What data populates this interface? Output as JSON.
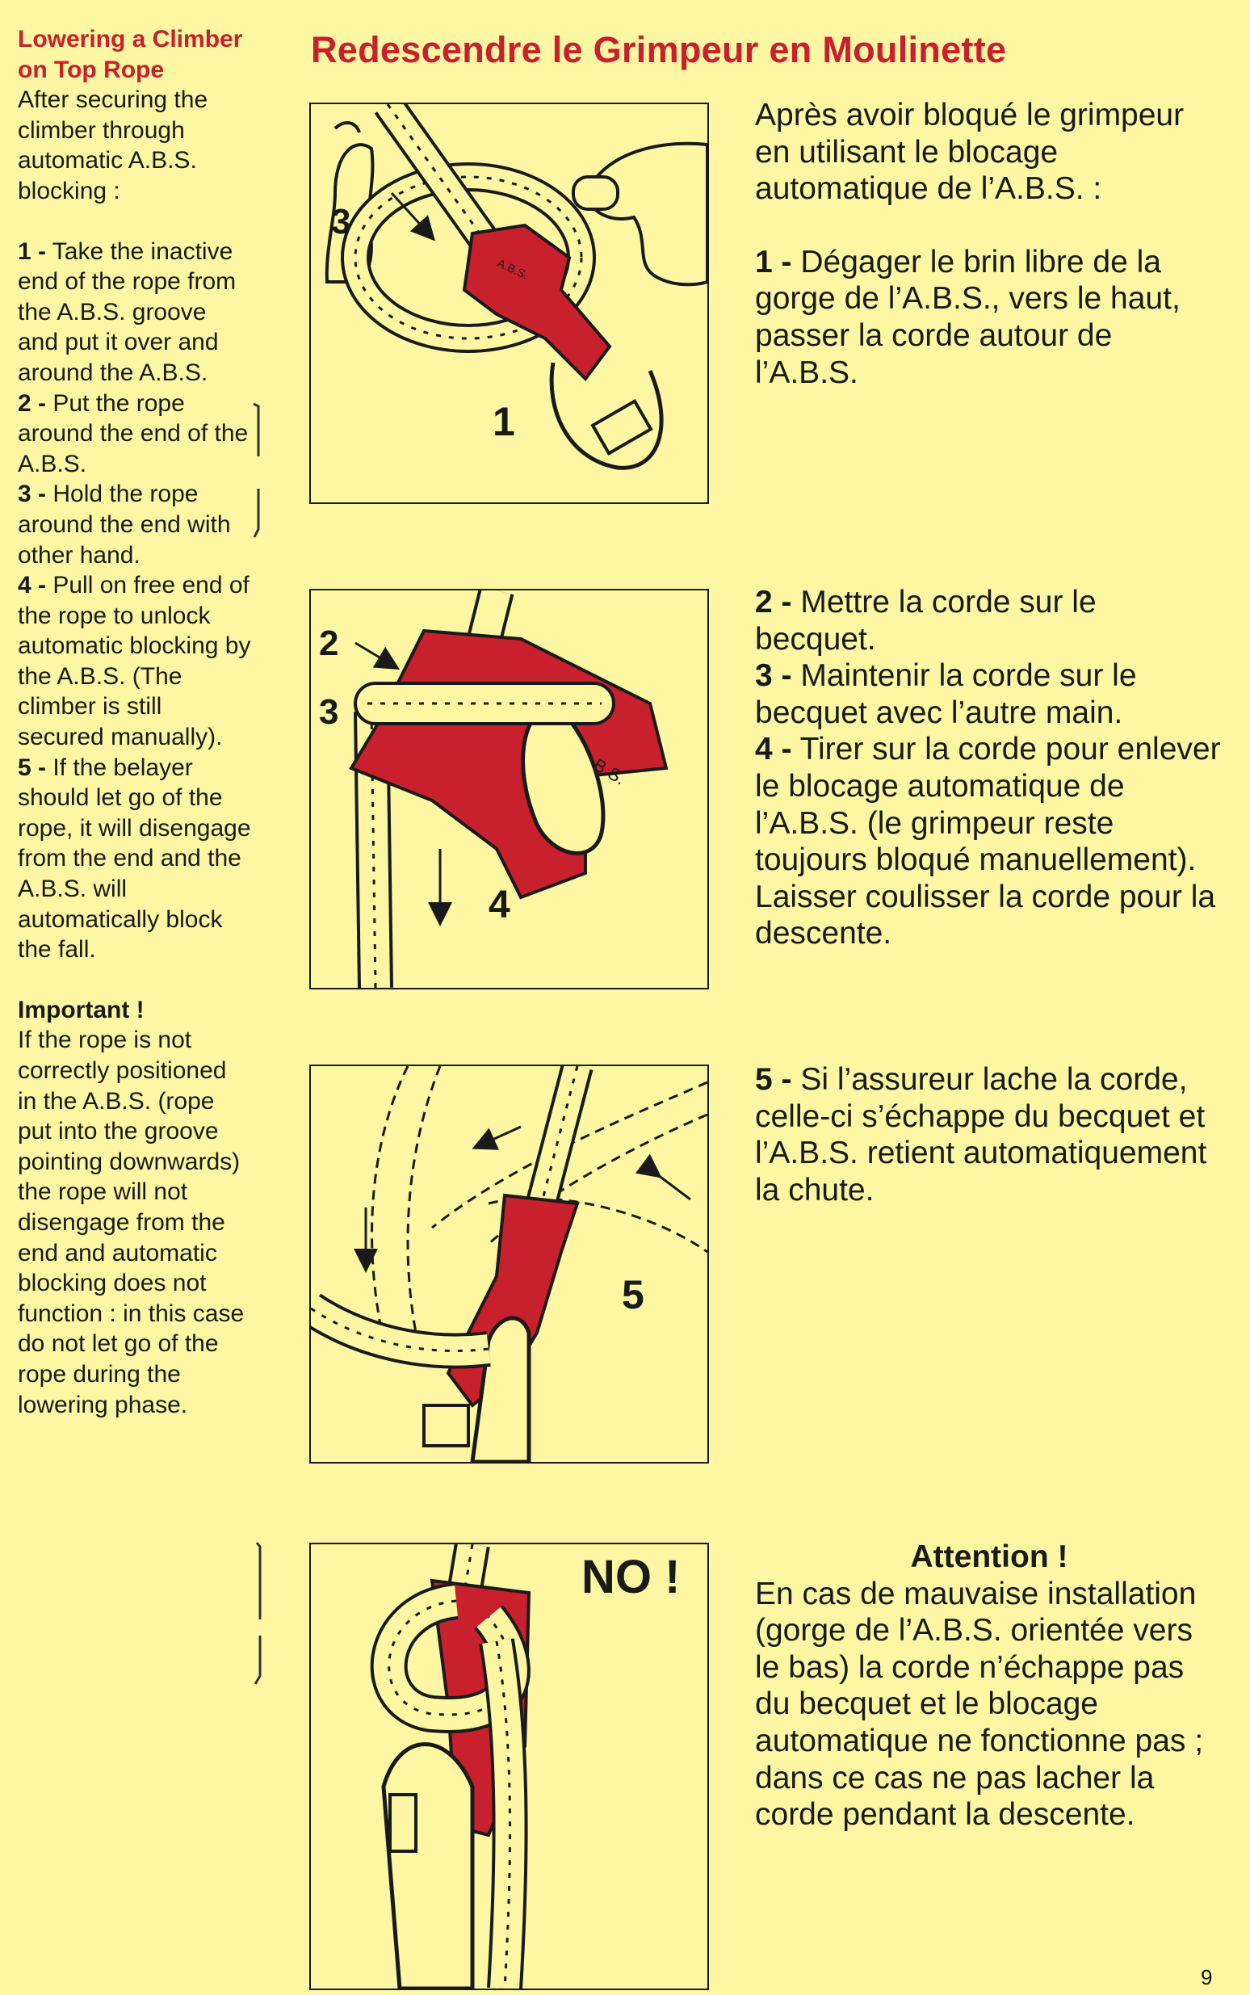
{
  "sidebar": {
    "title": "Lowering a Climber on Top Rope",
    "intro": "After securing the climber through automatic A.B.S. blocking :",
    "steps": [
      {
        "num": "1 -",
        "text": " Take the inactive end of the rope from the A.B.S. groove and put it over and around the A.B.S."
      },
      {
        "num": "2 -",
        "text": " Put the rope around the end of the A.B.S."
      },
      {
        "num": "3 -",
        "text": " Hold the rope around the end with other hand."
      },
      {
        "num": "4 -",
        "text": " Pull on free end of the rope to unlock automatic blocking by the A.B.S. (The climber is still secured manually)."
      },
      {
        "num": "5 -",
        "text": " If the belayer should let go of the rope, it will disengage from the end and the A.B.S. will automatically block the fall."
      }
    ],
    "important_title": "Important !",
    "important_text": "If the rope is not correctly positioned in the A.B.S. (rope put into the groove pointing downwards) the rope will not disengage from the end and automatic blocking does not function : in this case do not let go of the rope during the lowering phase."
  },
  "main_title": "Redescendre le Grimpeur en Moulinette",
  "figures": [
    {
      "labels": [
        "3",
        "1"
      ],
      "device_label": "A.B.S."
    },
    {
      "labels": [
        "2",
        "3",
        "4"
      ],
      "device_label": "A.B.S."
    },
    {
      "labels": [
        "5"
      ]
    },
    {
      "labels": [
        "NO !"
      ]
    }
  ],
  "french": {
    "intro": "Après avoir bloqué le grimpeur en utilisant le blocage automatique de l’A.B.S. :",
    "step1": {
      "num": "1 -",
      "text": " Dégager le brin libre de la gorge de l’A.B.S., vers le haut, passer la corde autour de l’A.B.S."
    },
    "step2": {
      "num": "2 -",
      "text": " Mettre la corde sur le becquet."
    },
    "step3": {
      "num": "3 -",
      "text": " Maintenir la corde sur le becquet avec l’autre main."
    },
    "step4": {
      "num": "4 -",
      "text": " Tirer sur la corde pour enlever le blocage automatique de l’A.B.S. (le grimpeur reste toujours bloqué manuellement). Laisser coulisser la corde pour la descente."
    },
    "step5": {
      "num": "5 -",
      "text": " Si l’assureur lache la corde, celle-ci s’échappe du becquet et l’A.B.S. retient automatiquement la chute."
    },
    "attention_title": "Attention !",
    "attention_text": "En cas de mauvaise installation (gorge de l’A.B.S. orientée vers le bas) la corde n’échappe pas du becquet et le blocage automatique ne fonctionne pas ; dans ce cas ne pas lacher la corde pendant la descente."
  },
  "page_number": "9",
  "colors": {
    "accent_red": "#c8202c",
    "background": "#fdf7a3",
    "ink": "#1a1a1a"
  }
}
